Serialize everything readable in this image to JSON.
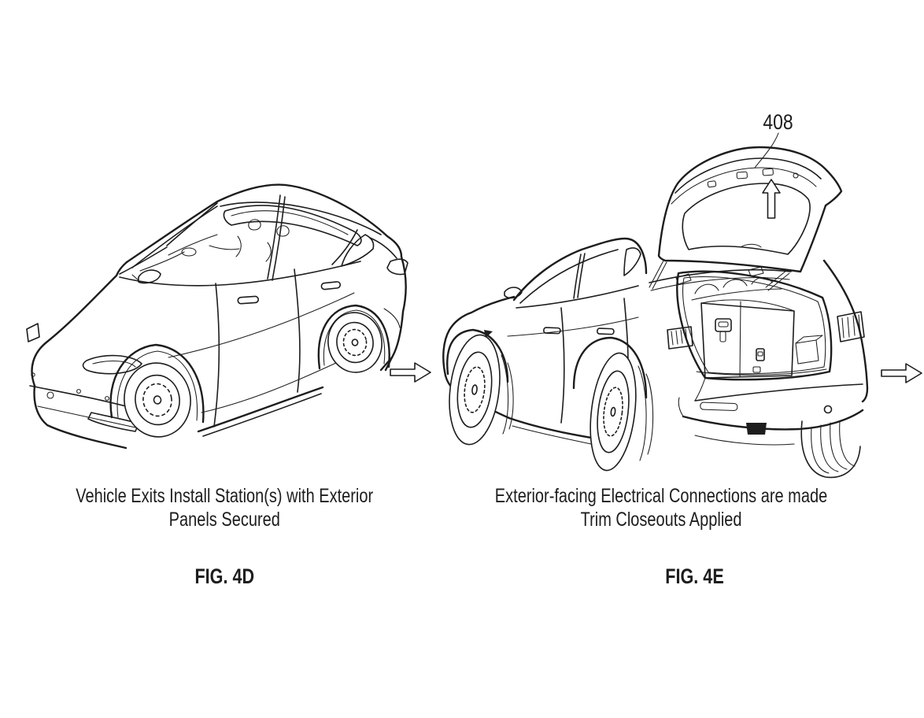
{
  "page": {
    "background_color": "#ffffff",
    "line_color": "#1d1d1d"
  },
  "figures": {
    "fig4d": {
      "caption_line1": "Vehicle Exits Install Station(s) with Exterior",
      "caption_line2": "Panels Secured",
      "label": "FIG. 4D",
      "drawing_description": "front three-quarter isometric line drawing of SUV with glass roof and exterior panels secured"
    },
    "fig4e": {
      "caption_line1": "Exterior-facing Electrical Connections are made",
      "caption_line2": "Trim Closeouts Applied",
      "label": "FIG. 4E",
      "reference_number": "408",
      "drawing_description": "rear three-quarter line drawing of SUV with open liftgate, folded rear seats and trunk aperture"
    }
  },
  "icons": {
    "flow_arrow_1": "right-arrow",
    "flow_arrow_2": "right-arrow",
    "callout_arrow": "up-arrow"
  }
}
